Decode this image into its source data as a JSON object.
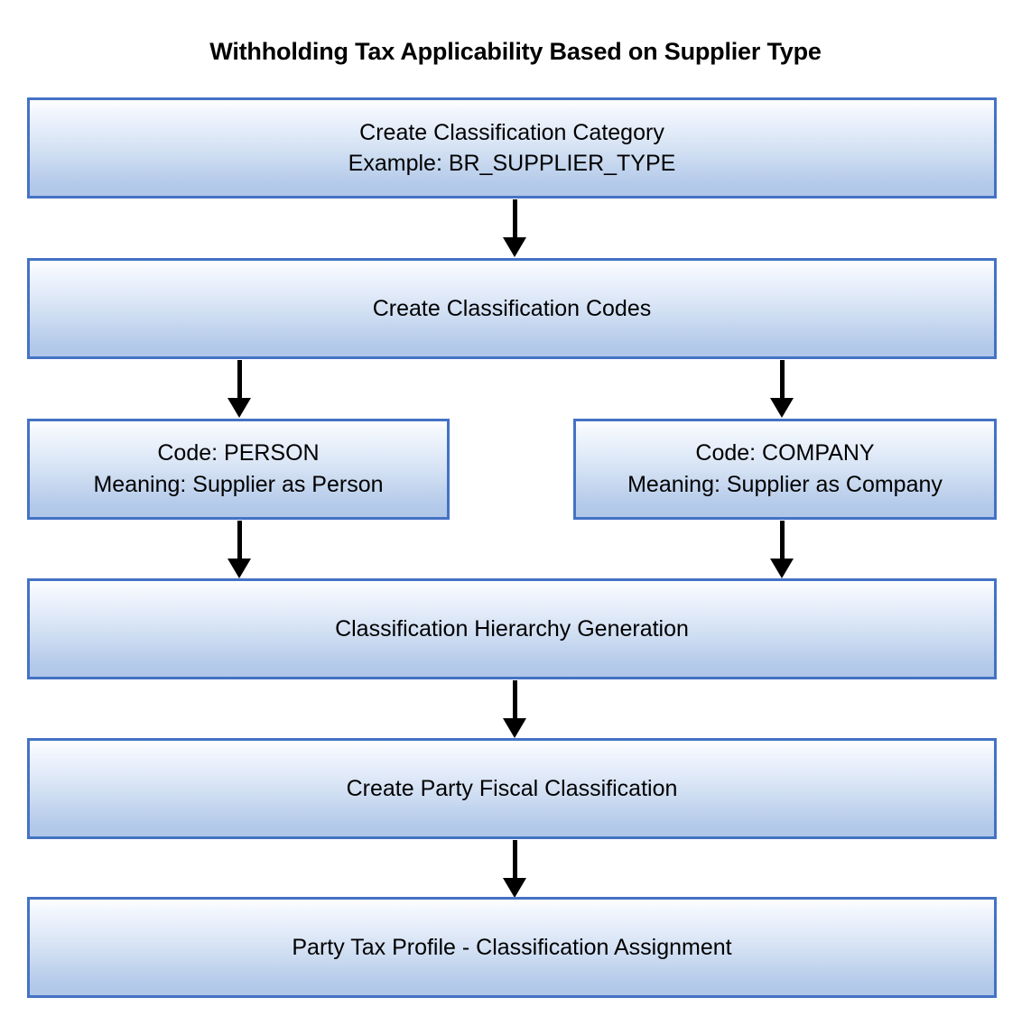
{
  "diagram": {
    "title": "Withholding Tax Applicability Based on Supplier Type",
    "type": "flowchart",
    "colors": {
      "box_border": "#4472c4",
      "box_gradient_top": "#fdfeff",
      "box_gradient_bottom": "#b0c7e8",
      "arrow": "#000000",
      "text": "#000000",
      "background": "#ffffff"
    },
    "nodes": [
      {
        "id": "classification-category",
        "label": "Create Classification Category\nExample: BR_SUPPLIER_TYPE",
        "line1": "Create Classification Category",
        "line2": "Example: BR_SUPPLIER_TYPE"
      },
      {
        "id": "classification-codes",
        "label": "Create Classification Codes"
      },
      {
        "id": "code-person",
        "label": "Code: PERSON\nMeaning: Supplier as Person",
        "line1": "Code: PERSON",
        "line2": "Meaning: Supplier as Person"
      },
      {
        "id": "code-company",
        "label": "Code: COMPANY\nMeaning: Supplier as Company",
        "line1": "Code: COMPANY",
        "line2": "Meaning: Supplier as Company"
      },
      {
        "id": "classification-hierarchy-generation",
        "label": "Classification Hierarchy Generation"
      },
      {
        "id": "create-party-fiscal-classification",
        "label": "Create Party Fiscal Classification"
      },
      {
        "id": "party-tax-profile-classification-assignment",
        "label": "Party Tax Profile - Classification Assignment"
      }
    ],
    "edges": [
      {
        "from": "classification-category",
        "to": "classification-codes"
      },
      {
        "from": "classification-codes",
        "to": "code-person"
      },
      {
        "from": "classification-codes",
        "to": "code-company"
      },
      {
        "from": "code-person",
        "to": "classification-hierarchy-generation"
      },
      {
        "from": "code-company",
        "to": "classification-hierarchy-generation"
      },
      {
        "from": "classification-hierarchy-generation",
        "to": "create-party-fiscal-classification"
      },
      {
        "from": "create-party-fiscal-classification",
        "to": "party-tax-profile-classification-assignment"
      }
    ]
  }
}
